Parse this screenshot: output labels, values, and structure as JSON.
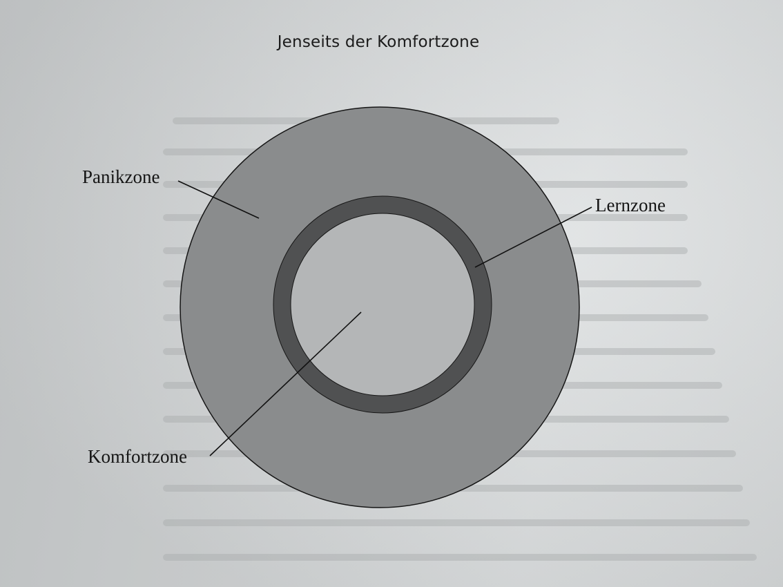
{
  "title": "Jenseits der Komfortzone",
  "labels": {
    "panic": "Panikzone",
    "learning": "Lernzone",
    "comfort": "Komfortzone"
  },
  "colors": {
    "page": "#d6d9da",
    "panic_zone": "#8a8c8d",
    "learning_zone": "#505152",
    "comfort_zone": "#b4b6b7",
    "lines": "#111111"
  }
}
